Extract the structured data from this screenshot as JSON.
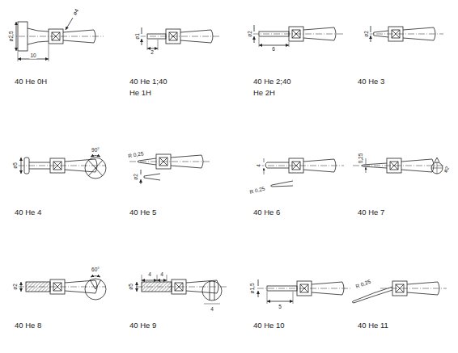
{
  "diagram": {
    "labels": [
      "ø2,5",
      "ø4",
      "10",
      "40 He 0H",
      "ø1",
      "2",
      "40 He 1;40",
      "He 1H",
      "ø2",
      "6",
      "40 He 2;40",
      "He 2H",
      "ø2",
      "40 He 3",
      "ø5",
      "90°",
      "40 He 4",
      "R 0,25",
      "ø2",
      "40 He 5",
      "4",
      "R 0,25",
      "40 He 6",
      "0,25",
      "ø2",
      "40 He 7",
      "ø2",
      "60°",
      "40 He 8",
      "4",
      "4",
      "ø5",
      "4",
      "40 He 9",
      "ø1,5",
      "5",
      "40 He 10",
      "R 0,25",
      "40 He 11"
    ]
  }
}
